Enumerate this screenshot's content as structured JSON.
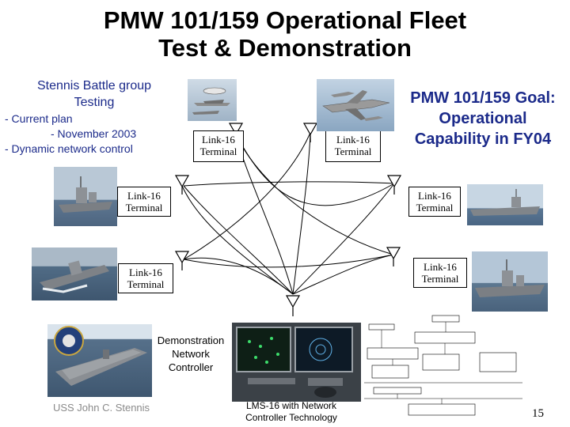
{
  "title": {
    "line1": "PMW 101/159 Operational Fleet",
    "line2": "Test & Demonstration"
  },
  "left_block": {
    "heading_line1": "Stennis Battle group",
    "heading_line2": "Testing",
    "item1": "- Current plan",
    "item2": "- November 2003",
    "item3": "- Dynamic network control"
  },
  "goal": {
    "line1": "PMW 101/159 Goal:",
    "line2": "Operational",
    "line3": "Capability in FY04"
  },
  "terminals": {
    "line1": "Link-16",
    "line2": "Terminal"
  },
  "controller": {
    "line1": "Demonstration",
    "line2": "Network",
    "line3": "Controller"
  },
  "ship_caption": "USS John C. Stennis",
  "lms_caption": {
    "line1": "LMS-16 with Network",
    "line2": "Controller Technology"
  },
  "page_number": "15",
  "colors": {
    "text_blue": "#1b2a8a",
    "caption_gray": "#8a8a8a",
    "sea": "#5f7892",
    "sky": "#a9c4dc"
  }
}
